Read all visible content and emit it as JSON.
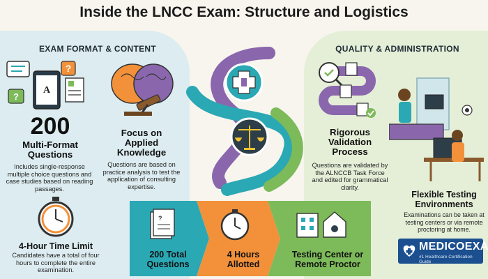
{
  "title": "Inside the LNCC Exam: Structure and Logistics",
  "left_section": {
    "heading": "EXAM FORMAT & CONTENT",
    "questions": {
      "number": "200",
      "label": "Multi-Format Questions",
      "description": "Includes single-response multiple choice questions and case studies based on reading passages."
    },
    "applied": {
      "heading": "Focus on Applied Knowledge",
      "description": "Questions are based on practice analysis to test the application of consulting expertise."
    },
    "time": {
      "heading": "4-Hour Time Limit",
      "description": "Candidates have a total of four hours to complete the entire examination."
    }
  },
  "right_section": {
    "heading": "QUALITY & ADMINISTRATION",
    "validation": {
      "heading": "Rigorous Validation Process",
      "description": "Questions are validated by the ALNCCB Task Force and edited for grammatical clarity."
    },
    "testing": {
      "heading": "Flexible Testing Environments",
      "description": "Examinations can be taken at testing centers or via remote proctoring at home."
    }
  },
  "banner": {
    "total_questions": "200 Total Questions",
    "hours": "4 Hours Allotted",
    "location": "Testing Center or Remote Proctor"
  },
  "logo": {
    "name": "MEDICOEXAM",
    "tagline": "#1 Healthcare Certification Guide"
  },
  "colors": {
    "teal": "#2aa8b4",
    "orange": "#f2913a",
    "green": "#7dba5a",
    "purple": "#8a67ad",
    "navy": "#1b4f8f"
  }
}
